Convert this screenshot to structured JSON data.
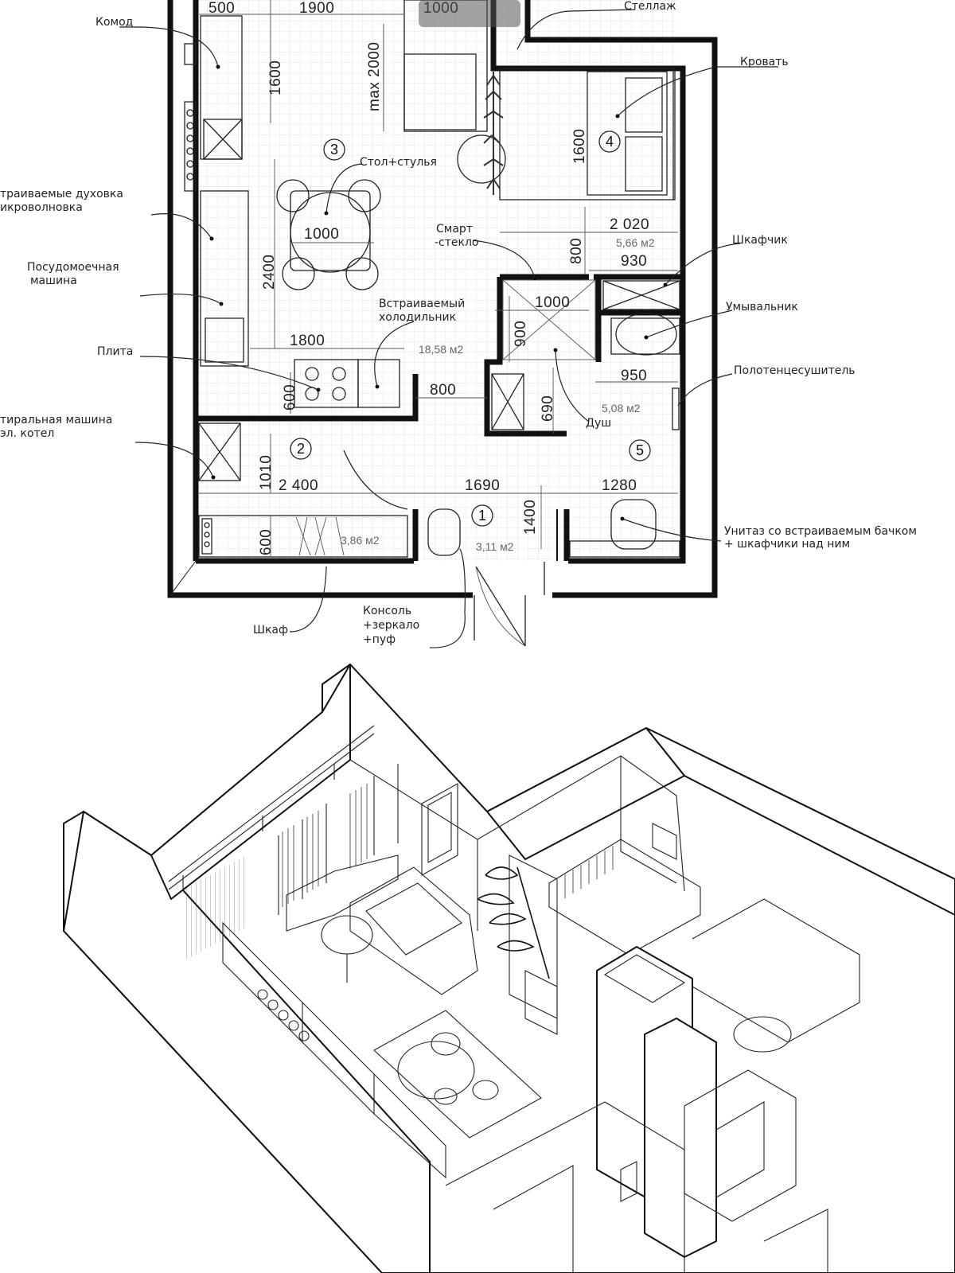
{
  "labels": {
    "komod": "Комод",
    "stellazh": "Стеллаж",
    "krovat": "Кровать",
    "oven_microwave": "траиваемые духовка икроволновка",
    "dishwasher": "Посудомоечная машина",
    "stove": "Плита",
    "washer_boiler": "тиральная машина эл. котел",
    "stol_stulya": "Стол+стулья",
    "smart_glass": "Смарт -стекло",
    "fridge": "Встраиваемый холодильник",
    "cabinet_small": "Шкафчик",
    "washbasin": "Умывальник",
    "towel_dryer": "Полотенцесушитель",
    "shower": "Душ",
    "toilet": "Унитаз со встраиваемым бачком + шкафчики над ним",
    "wardrobe": "Шкаф",
    "console": "Консоль +зеркало +пуф"
  },
  "dimensions": {
    "d500": "500",
    "d1900": "1900",
    "d1000top": "1000",
    "d1600a": "1600",
    "dmax2000": "max 2000",
    "d1600b": "1600",
    "d1000table": "1000",
    "d2400v": "2400",
    "d2020": "2 020",
    "d800v": "800",
    "d930": "930",
    "d1000bath": "1000",
    "d900": "900",
    "d1800": "1800",
    "d600a": "600",
    "d800h": "800",
    "d690": "690",
    "d950": "950",
    "d1010": "1010",
    "d2400h": "2 400",
    "d1690": "1690",
    "d1400": "1400",
    "d1280": "1280",
    "d600b": "600"
  },
  "areas": {
    "a_room3": "18,58 м2",
    "a_room4": "5,66 м2",
    "a_room5": "5,08 м2",
    "a_room2": "3,86 м2",
    "a_room1": "3,11 м2"
  },
  "rooms": [
    "1",
    "2",
    "3",
    "4",
    "5"
  ]
}
